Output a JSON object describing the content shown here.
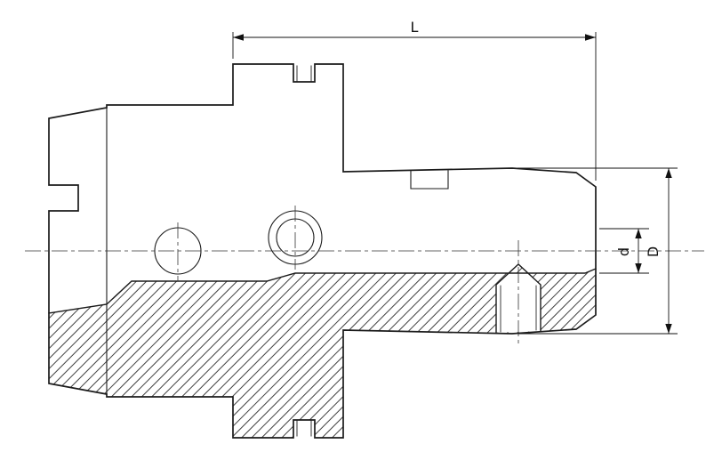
{
  "drawing": {
    "title": "tool-holder-cross-section",
    "view": "side-section",
    "labels": {
      "length": "L",
      "bore_diameter": "d",
      "outer_diameter": "D"
    },
    "colors": {
      "line": "#1b1b1b",
      "thin_line": "#333333",
      "background": "#ffffff"
    }
  }
}
